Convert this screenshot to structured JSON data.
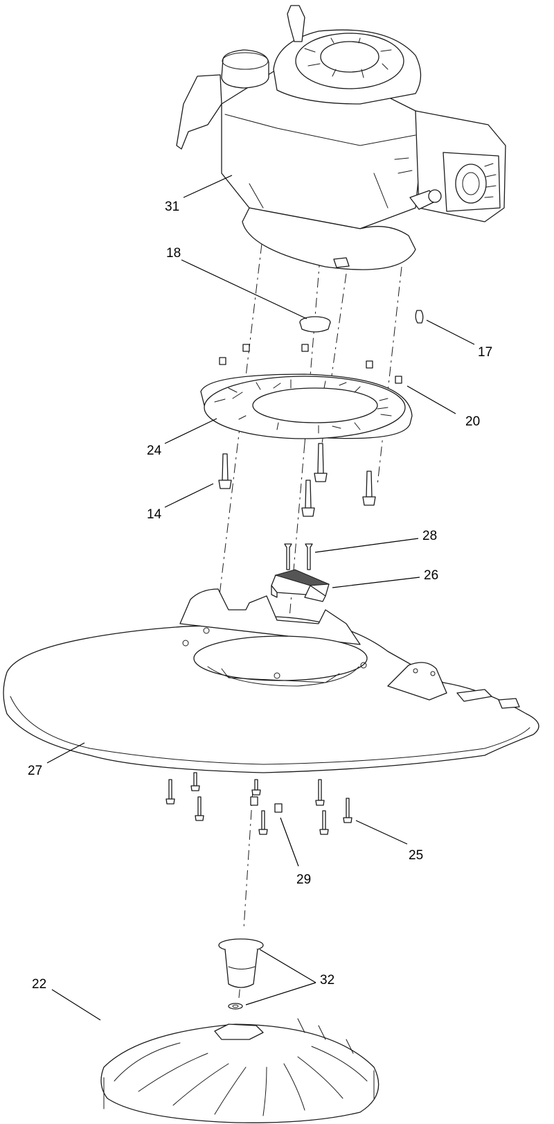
{
  "diagram": {
    "callouts": [
      "31",
      "18",
      "17",
      "20",
      "24",
      "14",
      "28",
      "26",
      "27",
      "25",
      "29",
      "32",
      "22"
    ]
  }
}
